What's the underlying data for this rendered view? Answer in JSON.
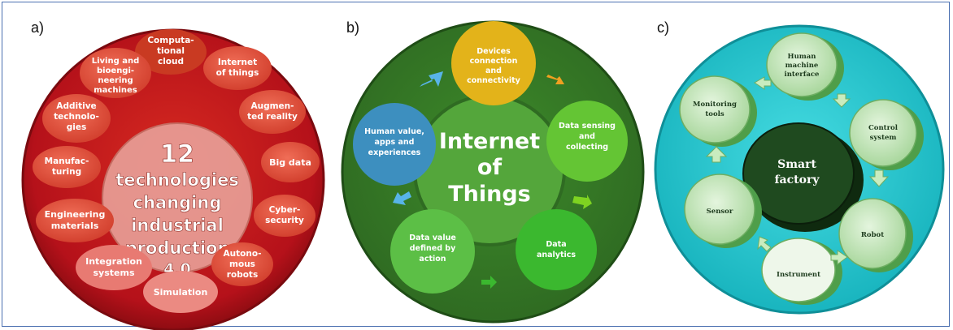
{
  "panels": {
    "a": {
      "label": "a)",
      "center_text": "12 technologies changing industrial production 4.0",
      "items": [
        "Computa- tional cloud",
        "Internet of things",
        "Augmen- ted reality",
        "Big data",
        "Cyber- security",
        "Autono- mous robots",
        "Simulation",
        "Integration systems",
        "Engineering materials",
        "Manufac- turing",
        "Additive technolo- gies",
        "Living and bioengi- neering machines"
      ],
      "colors": {
        "ring": "#c0161a",
        "chip": "#e0533f",
        "center": "#e79a91"
      }
    },
    "b": {
      "label": "b)",
      "center_text": "Internet of Things",
      "items": [
        "Devices connection and connectivity",
        "Data sensing and collecting",
        "Data analytics",
        "Data value defined by action",
        "Human value, apps and experiences"
      ],
      "colors": {
        "ring": "#3f7f2a",
        "center": "#52a33a",
        "item1": "#e2b318",
        "item2": "#62c233",
        "item3": "#3bb52e",
        "item4": "#5bbf45",
        "item5": "#3d8fbf",
        "arrow_orange": "#f0a020",
        "arrow_green": "#7ed321",
        "arrow_blue": "#58b4e8"
      }
    },
    "c": {
      "label": "c)",
      "center_text": "Smart factory",
      "items": [
        "Human machine interface",
        "Control system",
        "Robot",
        "Instrument",
        "Sensor",
        "Monitoring tools"
      ],
      "colors": {
        "ring": "#2dc9d1",
        "cylinder": "#bfe7b4",
        "center": "#1f4a1f"
      }
    }
  }
}
